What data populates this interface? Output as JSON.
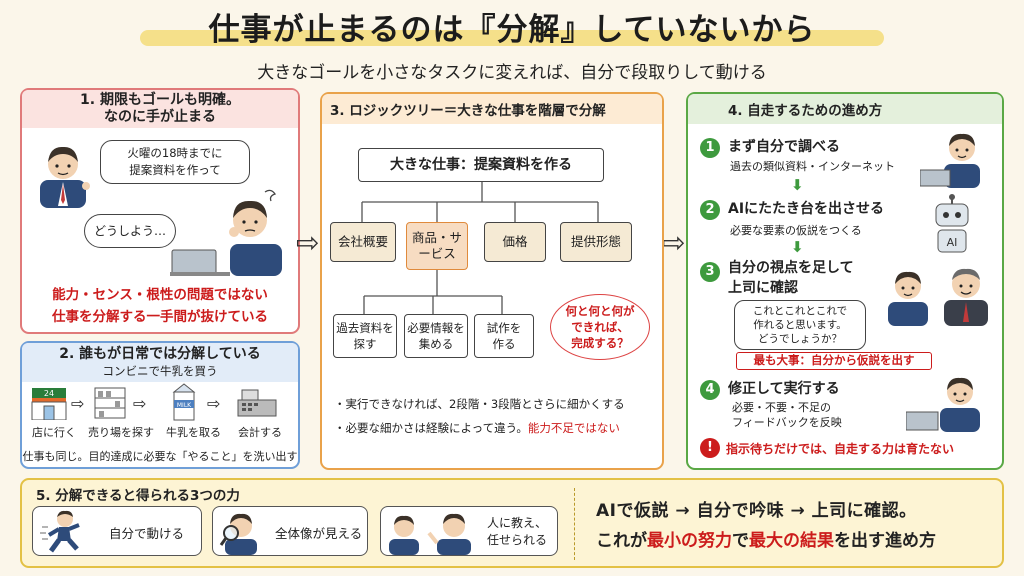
{
  "header": {
    "title": "仕事が止まるのは『分解』していないから",
    "subtitle": "大きなゴールを小さなタスクに変えれば、自分で段取りして動ける"
  },
  "panel1": {
    "heading_line1": "1. 期限もゴールも明確。",
    "heading_line2": "なのに手が止まる",
    "boss_bubble_line1": "火曜の18時までに",
    "boss_bubble_line2": "提案資料を作って",
    "worker_bubble": "どうしよう…",
    "conclusion_line1": "能力・センス・根性の問題ではない",
    "conclusion_line2": "仕事を分解する一手間が抜けている"
  },
  "panel2": {
    "heading": "2. 誰もが日常では分解している",
    "subheading": "コンビニで牛乳を買う",
    "store_sign": "24",
    "milk_label": "MILK",
    "steps": [
      "店に行く",
      "売り場を探す",
      "牛乳を取る",
      "会計する"
    ],
    "footer": "仕事も同じ。目的達成に必要な「やること」を洗い出す"
  },
  "panel3": {
    "heading": "3. ロジックツリー＝大きな仕事を階層で分解",
    "root": "大きな仕事：提案資料を作る",
    "level1": [
      "会社概要",
      "商品・サービス",
      "価格",
      "提供形態"
    ],
    "level2_line1": [
      "過去資料を",
      "必要情報を",
      "試作を"
    ],
    "level2_line2": [
      "探す",
      "集める",
      "作る"
    ],
    "question_line1": "何と何と何が",
    "question_line2": "できれば、",
    "question_line3": "完成する？",
    "note1": "・実行できなければ、2段階・3段階とさらに細かくする",
    "note2_prefix": "・必要な細かさは経験によって違う。",
    "note2_red": "能力不足ではない"
  },
  "panel4": {
    "heading": "4. 自走するための進め方",
    "steps": [
      {
        "num": "1",
        "title": "まず自分で調べる",
        "sub": "過去の類似資料・インターネット"
      },
      {
        "num": "2",
        "title": "AIにたたき台を出させる",
        "sub": "必要な要素の仮説をつくる"
      },
      {
        "num": "3",
        "title": "自分の視点を足して",
        "title2": "上司に確認"
      },
      {
        "num": "4",
        "title": "修正して実行する",
        "sub": "必要・不要・不足の",
        "sub2": "フィードバックを反映"
      }
    ],
    "robot_label": "AI",
    "bubble_line1": "これとこれとこれで",
    "bubble_line2": "作れると思います。",
    "bubble_line3": "どうでしょうか？",
    "key_point": "最も大事：自分から仮説を出す",
    "warning": "指示待ちだけでは、自走する力は育たない",
    "warning_icon": "!"
  },
  "panel5": {
    "heading": "5.  分解できると得られる3つの力",
    "benefits": [
      "自分で動ける",
      "全体像が見える",
      "人に教え、",
      "任せられる"
    ],
    "summary_line1": "AIで仮説 → 自分で吟味 → 上司に確認。",
    "summary_prefix": "これが",
    "summary_red1": "最小の努力",
    "summary_mid": "で",
    "summary_red2": "最大の結果",
    "summary_suffix": "を出す進め方"
  },
  "colors": {
    "panel1": "#e07a7a",
    "panel2": "#6f9fd8",
    "panel3": "#e9a24a",
    "panel4": "#5aa845",
    "panel5": "#e3c145",
    "accent_red": "#cc1c1c",
    "title_highlight": "#f5e08a"
  }
}
